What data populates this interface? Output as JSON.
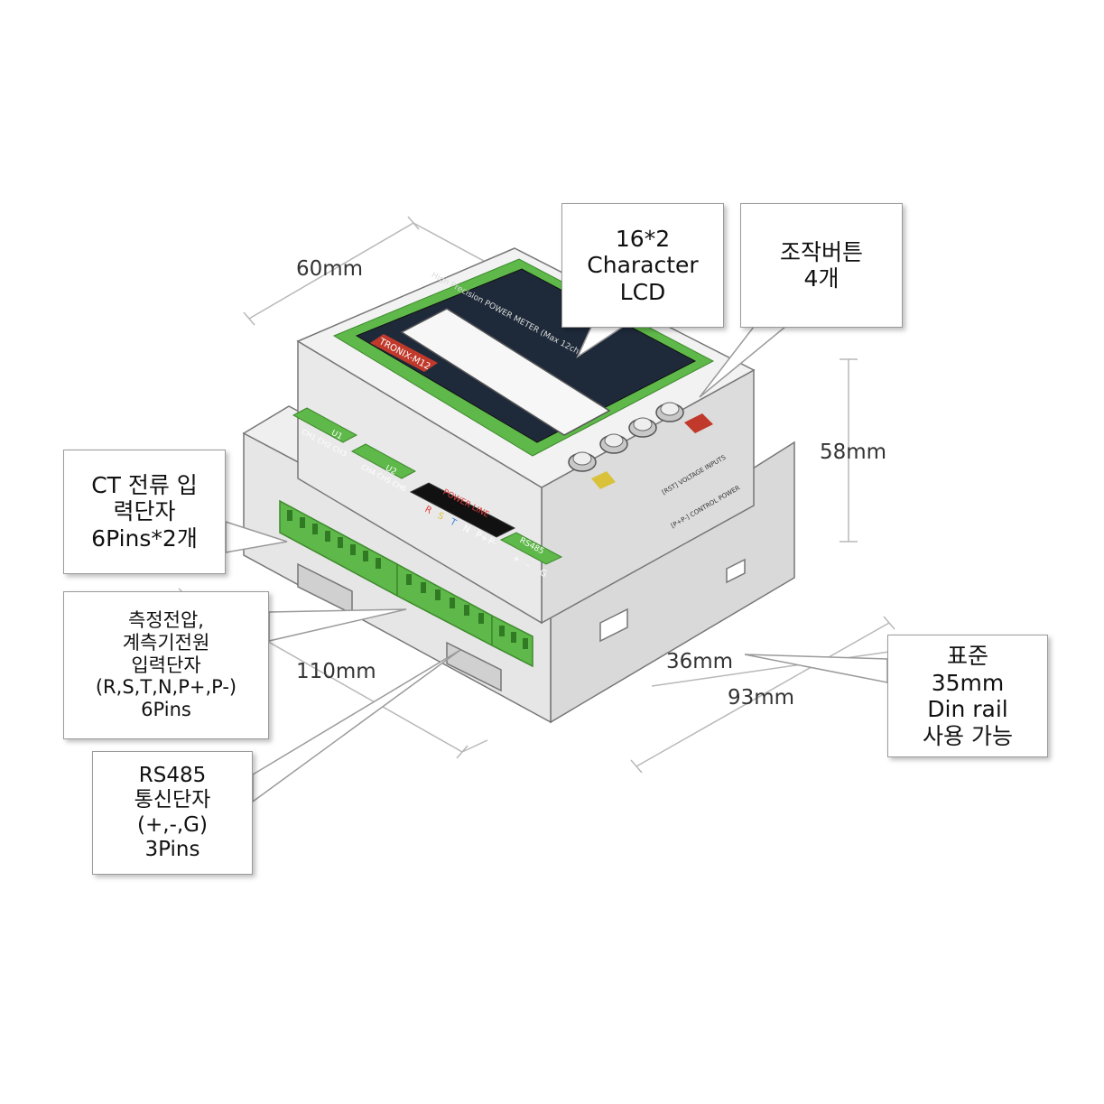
{
  "device": {
    "model_badge": "TRONIX-M12",
    "front_title": "High Precision POWER METER (Max 12ch)",
    "terminal_group_1": {
      "title": "U1",
      "channels": "CH1 CH2 CH3"
    },
    "terminal_group_2": {
      "title": "U2",
      "channels": "CH4 CH5 CH6"
    },
    "power_line_title": "POWER LINE",
    "power_line_pins": [
      "R",
      "S",
      "T",
      "N",
      "P+",
      "P-"
    ],
    "rs485_title": "RS485",
    "rs485_pins": [
      "+",
      "-",
      "G"
    ],
    "side_label_1": "[RST] VOLTAGE INPUTS",
    "side_label_2": "[P+P-] CONTROL POWER",
    "button_count": 4
  },
  "dimensions": {
    "width_top": "60mm",
    "height": "58mm",
    "length": "110mm",
    "depth": "93mm",
    "rail_depth": "36mm"
  },
  "callouts": {
    "lcd": [
      "16*2",
      "Character",
      "LCD"
    ],
    "buttons": [
      "조작버튼",
      "4개"
    ],
    "ct_input": [
      "CT 전류 입",
      "력단자",
      "6Pins*2개"
    ],
    "voltage_input": [
      "측정전압,",
      "계측기전원",
      "입력단자",
      "(R,S,T,N,P+,P-)",
      "6Pins"
    ],
    "rs485": [
      "RS485",
      "통신단자",
      "(+,-,G)",
      "3Pins"
    ],
    "din_rail": [
      "표준",
      "35mm",
      "Din rail",
      "사용 가능"
    ]
  },
  "colors": {
    "housing": "#e3e3e3",
    "housing_dark": "#c9c9c9",
    "terminal_green": "#5fb84a",
    "panel_dark": "#1e2a3a",
    "badge_red": "#c0392b"
  }
}
